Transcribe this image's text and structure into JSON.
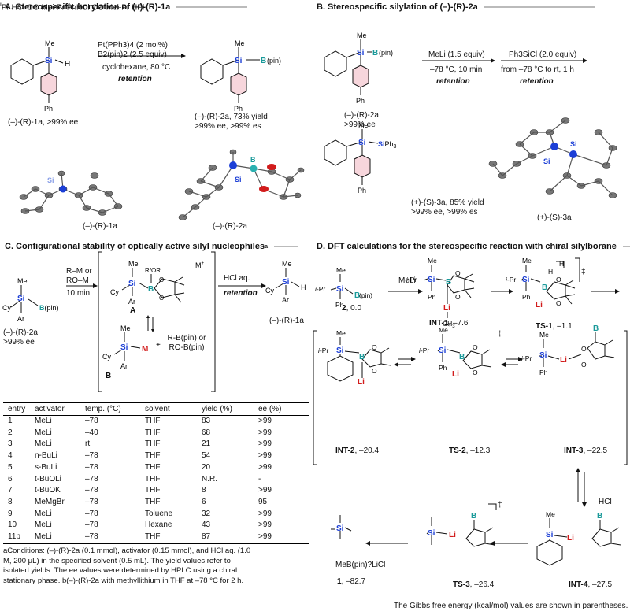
{
  "panelA": {
    "title": "A. Stereospecific borylation of (–)-(R)-1a",
    "reagent1": "Pt(PPh3)4 (2 mol%)",
    "reagent2": "B2(pin)2 (2.5 equiv)",
    "conditions": "cyclohexane, 80 °C",
    "retention": "retention",
    "sm_label": "(–)-(R)-1a, >99% ee",
    "product_label": "(–)-(R)-2a, 73% yield",
    "product_label2": ">99% ee, >99% es",
    "xray1": "(–)-(R)-1a",
    "xray2": "(–)-(R)-2a"
  },
  "panelB": {
    "title": "B. Stereospecific silylation of (–)-(R)-2a",
    "reagent1": "MeLi (1.5 equiv)",
    "cond1": "–78 °C, 10 min",
    "retention1": "retention",
    "reagent2": "Ph3SiCl (2.0 equiv)",
    "cond2": "from –78 °C to rt, 1 h",
    "retention2": "retention",
    "sm_label": "(–)-(R)-2a",
    "sm_ee": ">99% ee",
    "product_label": "(+)-(S)-3a, 85% yield",
    "product_label2": ">99% ee, >99% es",
    "xray": "(+)-(S)-3a"
  },
  "panelC": {
    "title": "C. Configurational stability of optically active silyl nucleophiles",
    "title_sup": "a",
    "reagent": "R–M or RO–M",
    "time": "10 min",
    "workup": "HCl aq.",
    "retention": "retention",
    "sm_label": "(–)-(R)-2a",
    "sm_ee": ">99% ee",
    "product_label": "(–)-(R)-1a",
    "species_A": "A",
    "species_B": "B",
    "side": "R-B(pin) or RO-B(pin)",
    "table": {
      "headers": [
        "entry",
        "activator",
        "temp. (°C)",
        "solvent",
        "yield (%)",
        "ee (%)"
      ],
      "rows": [
        [
          "1",
          "MeLi",
          "–78",
          "THF",
          "83",
          ">99"
        ],
        [
          "2",
          "MeLi",
          "–40",
          "THF",
          "68",
          ">99"
        ],
        [
          "3",
          "MeLi",
          "rt",
          "THF",
          "21",
          ">99"
        ],
        [
          "4",
          "n-BuLi",
          "–78",
          "THF",
          "54",
          ">99"
        ],
        [
          "5",
          "s-BuLi",
          "–78",
          "THF",
          "20",
          ">99"
        ],
        [
          "6",
          "t-BuOLi",
          "–78",
          "THF",
          "N.R.",
          "-"
        ],
        [
          "7",
          "t-BuOK",
          "–78",
          "THF",
          "8",
          ">99"
        ],
        [
          "8",
          "MeMgBr",
          "–78",
          "THF",
          "6",
          "95"
        ],
        [
          "9",
          "MeLi",
          "–78",
          "Toluene",
          "32",
          ">99"
        ],
        [
          "10",
          "MeLi",
          "–78",
          "Hexane",
          "43",
          ">99"
        ],
        [
          "11b",
          "MeLi",
          "–78",
          "THF",
          "87",
          ">99"
        ]
      ]
    },
    "footnote1": "aConditions: (–)-(R)-2a (0.1 mmol), activator (0.15 mmol), and HCl aq. (1.0",
    "footnote2": "M, 200 μL) in the specified solvent (0.5 mL). The yield values refer to",
    "footnote3": "isolated yields. The ee values were determined by HPLC using a chiral",
    "footnote4": "stationary phase. b(–)-(R)-2a with methyllithium in THF at –78 °C for 2 h."
  },
  "panelD": {
    "title": "D. DFT calculations for the stereospecific reaction with chiral silylborane",
    "species": [
      {
        "name": "2",
        "energy": "0.0"
      },
      {
        "name": "INT-1",
        "energy": "–7.6"
      },
      {
        "name": "TS-1",
        "energy": "–1.1"
      },
      {
        "name": "INT-2",
        "energy": "–20.4"
      },
      {
        "name": "TS-2",
        "energy": "–12.3"
      },
      {
        "name": "INT-3",
        "energy": "–22.5"
      },
      {
        "name": "INT-4",
        "energy": "–27.5"
      },
      {
        "name": "TS-3",
        "energy": "–26.4"
      },
      {
        "name": "1",
        "energy": "–82.7"
      }
    ],
    "meli": "MeLi",
    "hcl": "HCl",
    "byproduct": "MeB(pin)?LiCl",
    "dagger": "‡",
    "footer": "The Gibbs free energy (kcal/mol) values are shown in parentheses."
  }
}
